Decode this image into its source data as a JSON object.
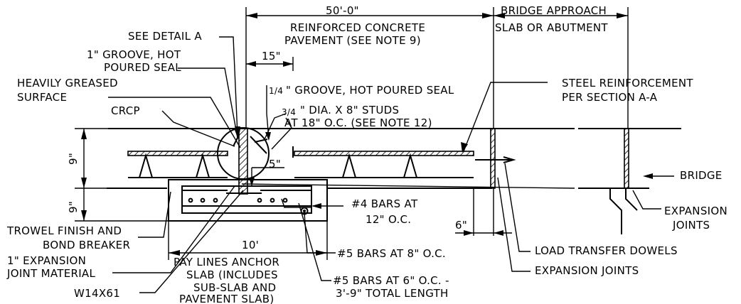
{
  "labels": {
    "dim_50": "50'-0\"",
    "bridge_approach_1": "BRIDGE APPROACH",
    "bridge_approach_2": "SLAB OR ABUTMENT",
    "see_detail_a": "SEE DETAIL A",
    "rcp_1": "REINFORCED CONCRETE",
    "rcp_2": "PAVEMENT (SEE NOTE 9)",
    "groove1_1": "1\" GROOVE, HOT",
    "groove1_2": "POURED SEAL",
    "dim_15": "15\"",
    "greased_1": "HEAVILY GREASED",
    "greased_2": "SURFACE",
    "quarter_groove_frac": "1/4",
    "quarter_groove_text": "\" GROOVE, HOT POURED SEAL",
    "steel_reinf_1": "STEEL REINFORCEMENT",
    "steel_reinf_2": "PER SECTION A-A",
    "crcp": "CRCP",
    "studs_frac": "3/4",
    "studs_1": "\" DIA. X 8\" STUDS",
    "studs_2": "AT 18\" O.C. (SEE NOTE 12)",
    "dim_9_top": "9\"",
    "dim_9_bot": "9\"",
    "dim_5": "5\"",
    "bridge": "BRIDGE",
    "bars4_1": "#4 BARS AT",
    "bars4_2": "12\" O.C.",
    "expansion_joints_r_1": "EXPANSION",
    "expansion_joints_r_2": "JOINTS",
    "dim_6": "6\"",
    "trowel_1": "TROWEL FINISH AND",
    "trowel_2": "BOND BREAKER",
    "dim_10": "10'",
    "expjoint_1": "1\" EXPANSION",
    "expjoint_2": "JOINT MATERIAL",
    "paylines_1": "PAY LINES ANCHOR",
    "paylines_2": "SLAB (INCLUDES",
    "paylines_3": "SUB-SLAB AND",
    "paylines_4": "PAVEMENT SLAB)",
    "bars5_8": "#5 BARS AT 8\" O.C.",
    "load_transfer": "LOAD TRANSFER DOWELS",
    "bars5_6_1": "#5 BARS AT 6\" O.C. -",
    "bars5_6_2": "3'-9\" TOTAL LENGTH",
    "expansion_joints_b": "EXPANSION JOINTS",
    "w14": "W14X61"
  }
}
